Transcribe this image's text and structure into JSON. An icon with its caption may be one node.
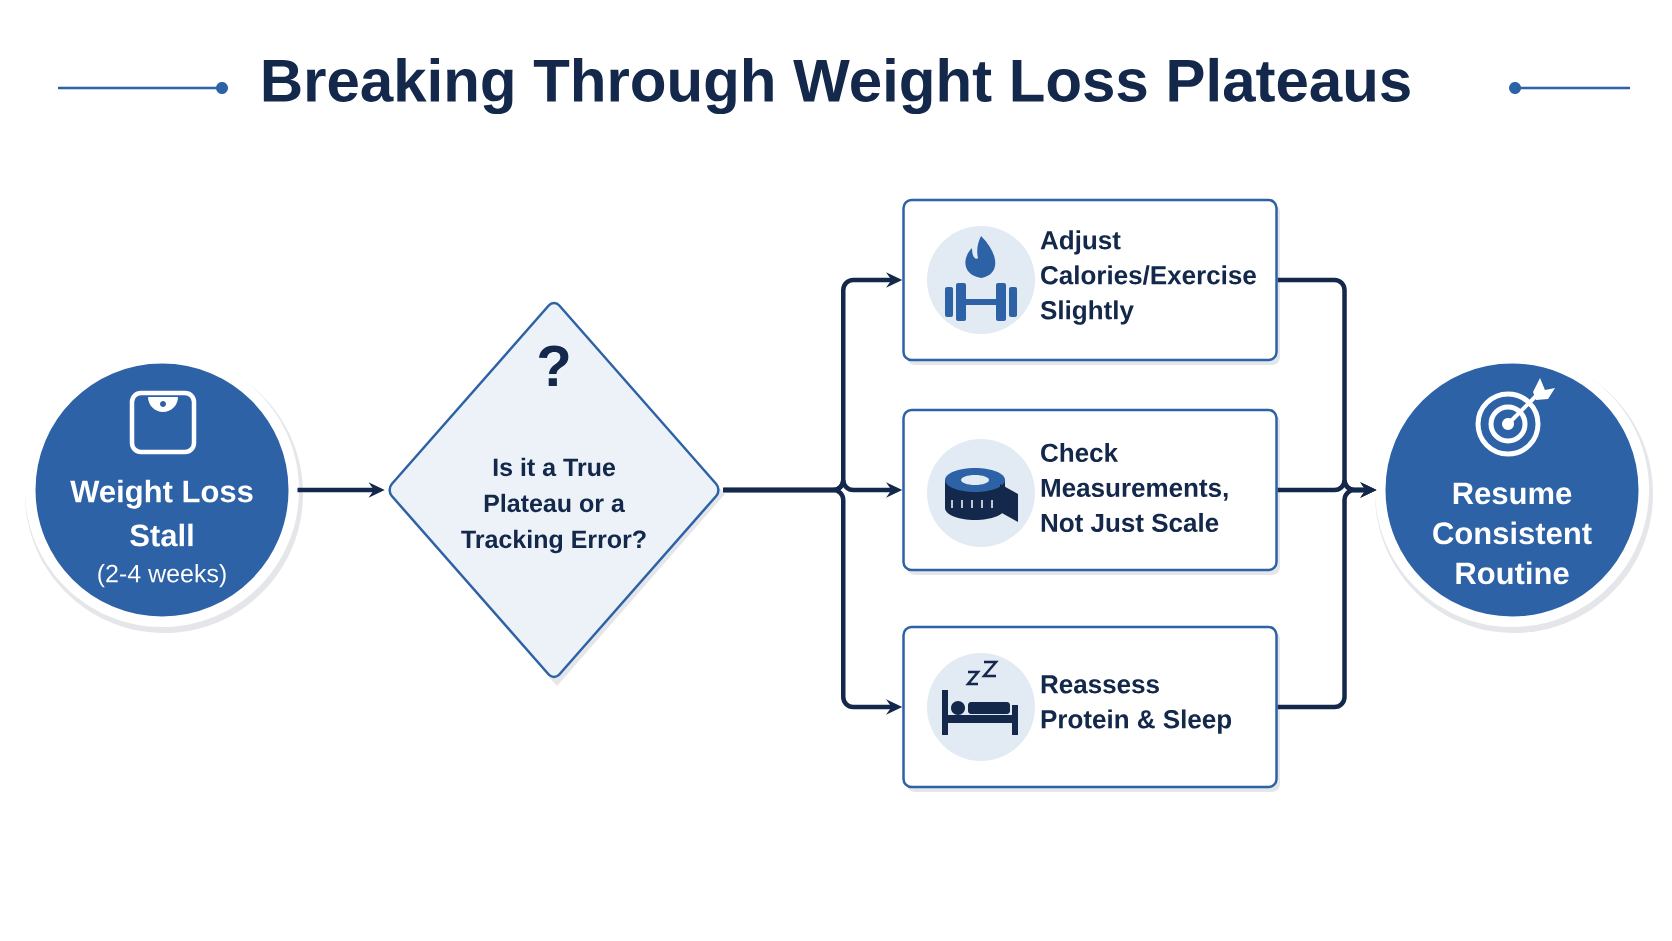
{
  "diagram": {
    "title": "Breaking Through Weight Loss Plateaus",
    "nodes": [
      {
        "text": [
          "Weight Loss Stall",
          "(2-4 weeks)"
        ]
      },
      {
        "text": [
          "?",
          "Is it a True Plateau or a Tracking Error?"
        ]
      },
      {
        "text": [
          "Adjust Calories/Exercise Slightly"
        ]
      },
      {
        "text": [
          "Check Measurements, Not Just Scale"
        ]
      },
      {
        "text": [
          "Reassess Protein & Sleep"
        ]
      },
      {
        "text": [
          "Resume Consistent Routine"
        ]
      }
    ],
    "edges": [
      {
        "from": 0,
        "to": 1,
        "arrow": "to"
      },
      {
        "from": 1,
        "to": 2,
        "arrow": "to"
      },
      {
        "from": 1,
        "to": 3,
        "arrow": "to"
      },
      {
        "from": 1,
        "to": 4,
        "arrow": "to"
      },
      {
        "from": 2,
        "to": 5,
        "arrow": "to"
      },
      {
        "from": 3,
        "to": 5,
        "arrow": "to"
      },
      {
        "from": 4,
        "to": 5,
        "arrow": "to"
      }
    ]
  }
}
